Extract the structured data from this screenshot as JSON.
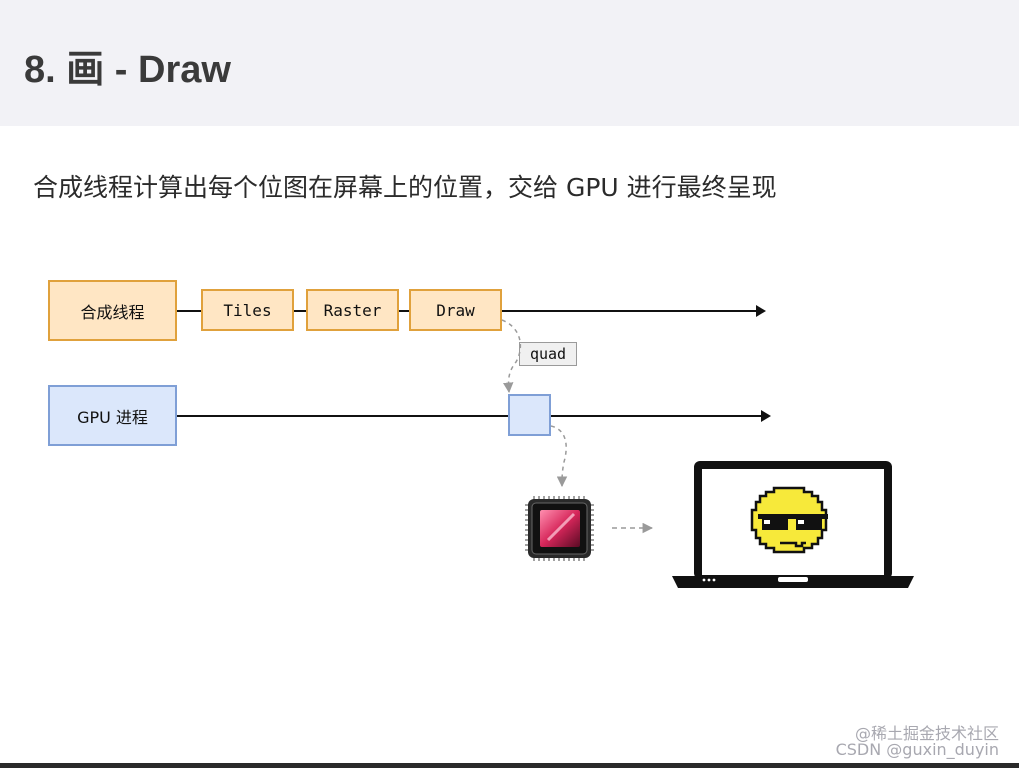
{
  "header": {
    "title": "8. 画 - Draw"
  },
  "subtitle": "合成线程计算出每个位图在屏幕上的位置，交给 GPU 进行最终呈现",
  "diagram": {
    "compositor_thread": "合成线程",
    "tiles": "Tiles",
    "raster": "Raster",
    "draw": "Draw",
    "quad": "quad",
    "gpu_process": "GPU 进程"
  },
  "icons": {
    "gpu_chip": "gpu-chip-icon",
    "laptop": "laptop-icon",
    "smiley": "sunglasses-smiley-icon"
  },
  "colors": {
    "orange_fill": "#ffe6c4",
    "orange_border": "#e0a13c",
    "blue_fill": "#dbe7fb",
    "blue_border": "#7f9fd6",
    "smiley_yellow": "#f7e93a"
  },
  "watermark": {
    "line1": "@稀土掘金技术社区",
    "line2": "CSDN @guxin_duyin"
  }
}
